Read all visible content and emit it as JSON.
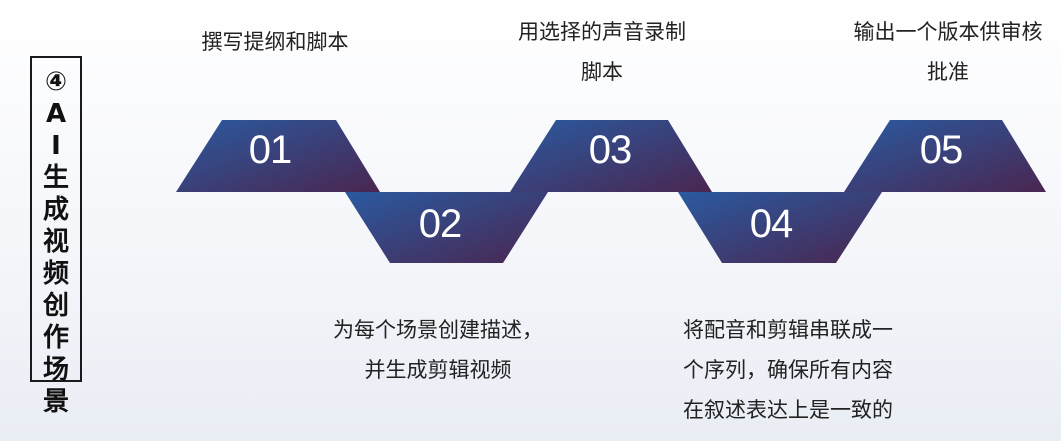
{
  "title_chars": [
    "④",
    "A",
    "I",
    "生",
    "成",
    "视",
    "频",
    "创",
    "作",
    "场",
    "景"
  ],
  "steps": [
    {
      "number": "01",
      "caption_lines": [
        "撰写提纲和脚本"
      ]
    },
    {
      "number": "02",
      "caption_lines": [
        "为每个场景创建描述，",
        "并生成剪辑视频"
      ]
    },
    {
      "number": "03",
      "caption_lines": [
        "用选择的声音录制",
        "脚本"
      ]
    },
    {
      "number": "04",
      "caption_lines": [
        "将配音和剪辑串联成一",
        "个序列，确保所有内容",
        "在叙述表达上是一致的"
      ]
    },
    {
      "number": "05",
      "caption_lines": [
        "输出一个版本供审核",
        "批准"
      ]
    }
  ],
  "colors": {
    "shape_start": "#2a5aa0",
    "shape_end": "#4a2650"
  }
}
